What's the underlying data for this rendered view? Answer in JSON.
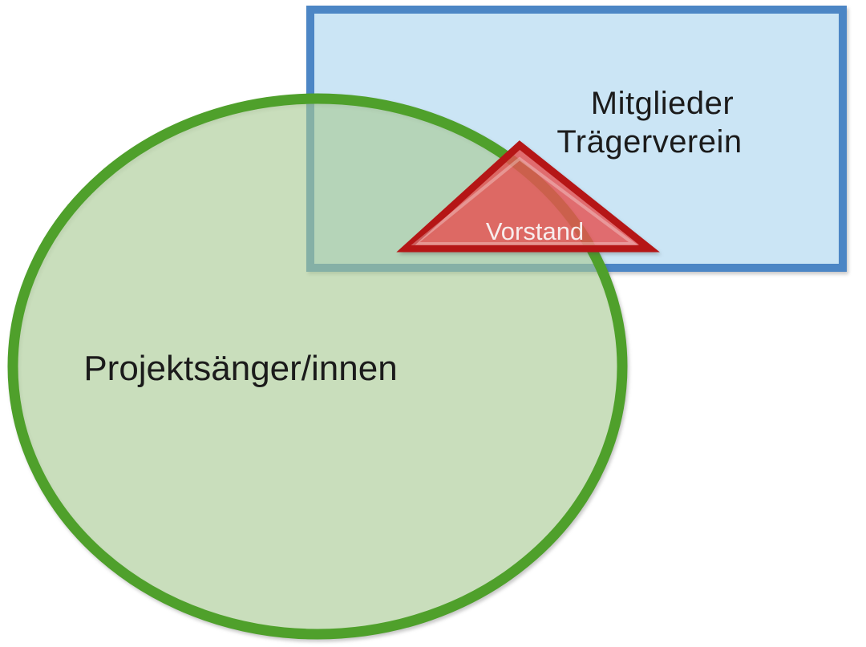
{
  "labels": {
    "traegerverein_line1": "Mitglieder",
    "traegerverein_line2": "Trägerverein",
    "projektsaenger": "Projektsänger/innen",
    "vorstand": "Vorstand"
  },
  "colors": {
    "background": "#ffffff",
    "rect_fill": "#cbe5f5",
    "rect_border": "#4c86c5",
    "ellipse_fill": "rgba(182,221,158,0.55)",
    "ellipse_border": "#4fa02b",
    "triangle_fill": "rgba(240,85,85,0.78)",
    "triangle_border": "#b51616",
    "triangle_inner_highlight": "rgba(255,255,255,0.30)",
    "label_dark": "#1b1b1b",
    "label_light": "#f7eded"
  }
}
